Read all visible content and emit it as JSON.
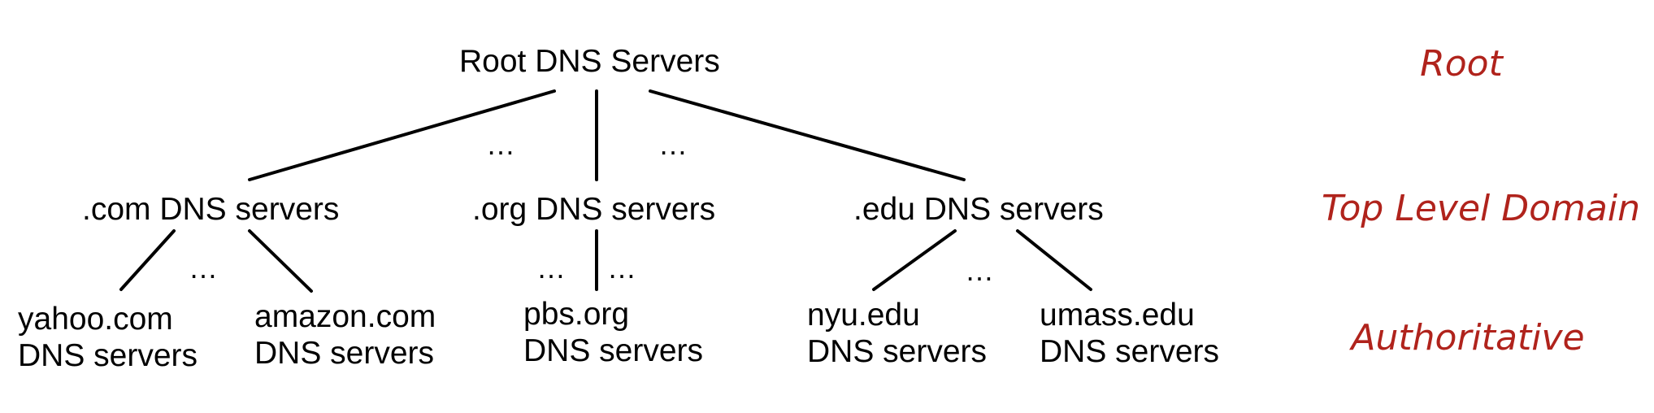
{
  "colors": {
    "text": "#000000",
    "edge": "#000000",
    "level_label": "#b0231c",
    "background": "#ffffff"
  },
  "root": {
    "label": "Root DNS Servers"
  },
  "tld": [
    {
      "label": ".com DNS servers"
    },
    {
      "label": ".org DNS servers"
    },
    {
      "label": ".edu DNS servers"
    }
  ],
  "authoritative": [
    {
      "line1": "yahoo.com",
      "line2": "DNS servers"
    },
    {
      "line1": "amazon.com",
      "line2": "DNS servers"
    },
    {
      "line1": "pbs.org",
      "line2": "DNS servers"
    },
    {
      "line1": "nyu.edu",
      "line2": "DNS servers"
    },
    {
      "line1": "umass.edu",
      "line2": "DNS servers"
    }
  ],
  "ellipsis": "…",
  "levels": {
    "root": "Root",
    "tld": "Top Level Domain",
    "authoritative": "Authoritative"
  }
}
